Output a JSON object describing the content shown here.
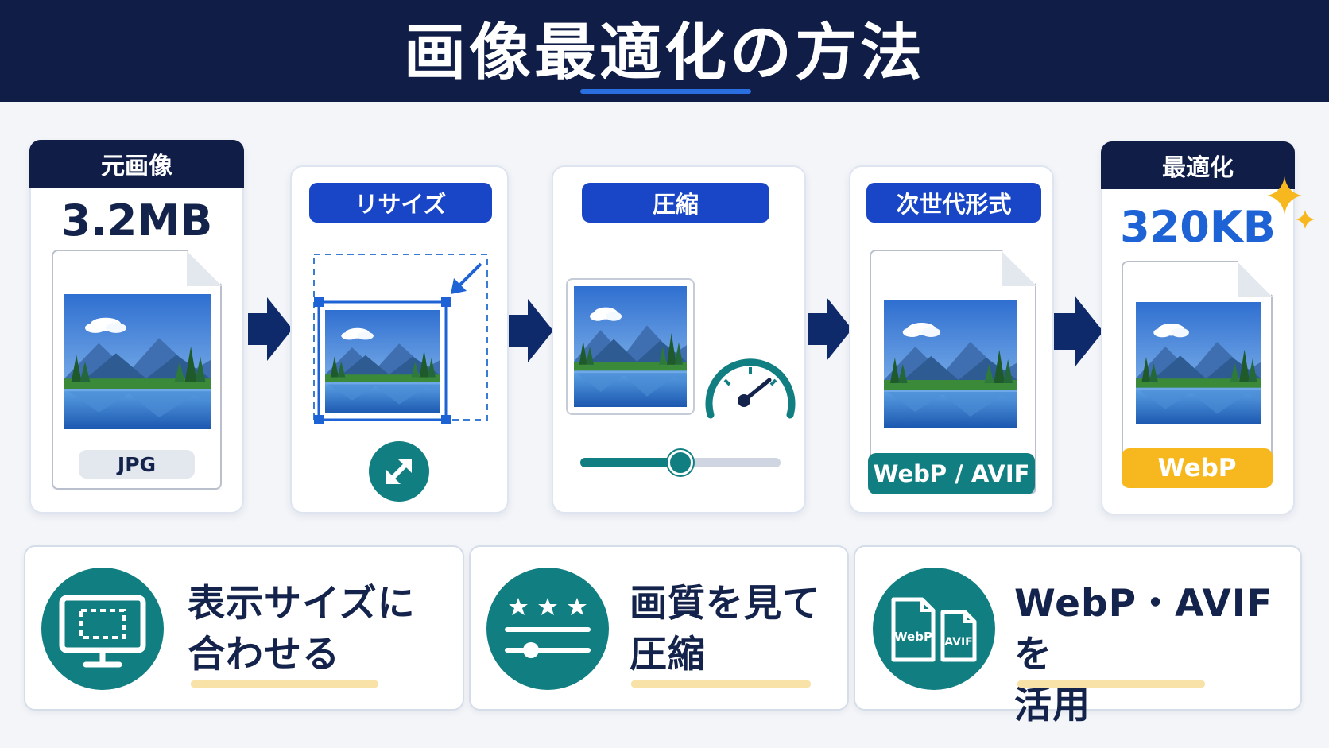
{
  "header": {
    "title": "画像最適化の方法"
  },
  "stages": {
    "original": {
      "label": "元画像",
      "size": "3.2MB",
      "format": "JPG"
    },
    "resize": {
      "label": "リサイズ",
      "icon": "resize-arrows-icon"
    },
    "compress": {
      "label": "圧縮",
      "quality": 0.5,
      "icon": "gauge-icon"
    },
    "nextgen": {
      "label": "次世代形式",
      "format": "WebP / AVIF"
    },
    "optimized": {
      "label": "最適化",
      "size": "320KB",
      "format": "WebP",
      "icon": "sparkle-icon"
    }
  },
  "tips": [
    {
      "text": "表示サイズに\n合わせる",
      "icon": "monitor-icon"
    },
    {
      "text": "画質を見て\n圧縮",
      "icon": "quality-slider-icon"
    },
    {
      "text": "WebP・AVIFを\n活用",
      "icon": "file-formats-icon",
      "file_labels": [
        "WebP",
        "AVIF"
      ]
    }
  ],
  "colors": {
    "navy": "#0f1d47",
    "blue": "#1846c6",
    "teal": "#117f82",
    "yellow": "#f6b81e",
    "accent_blue": "#1e63d6"
  }
}
